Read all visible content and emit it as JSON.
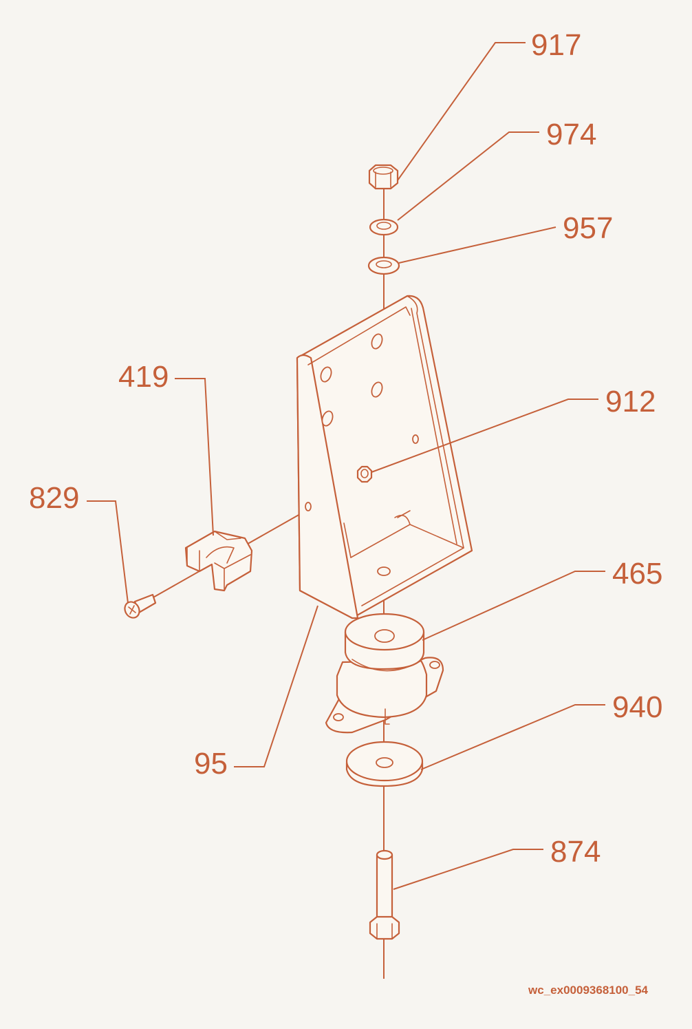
{
  "diagram": {
    "callouts": [
      "917",
      "974",
      "957",
      "419",
      "912",
      "829",
      "465",
      "95",
      "940",
      "874"
    ],
    "reference_code": "wc_ex0009368100_54"
  }
}
